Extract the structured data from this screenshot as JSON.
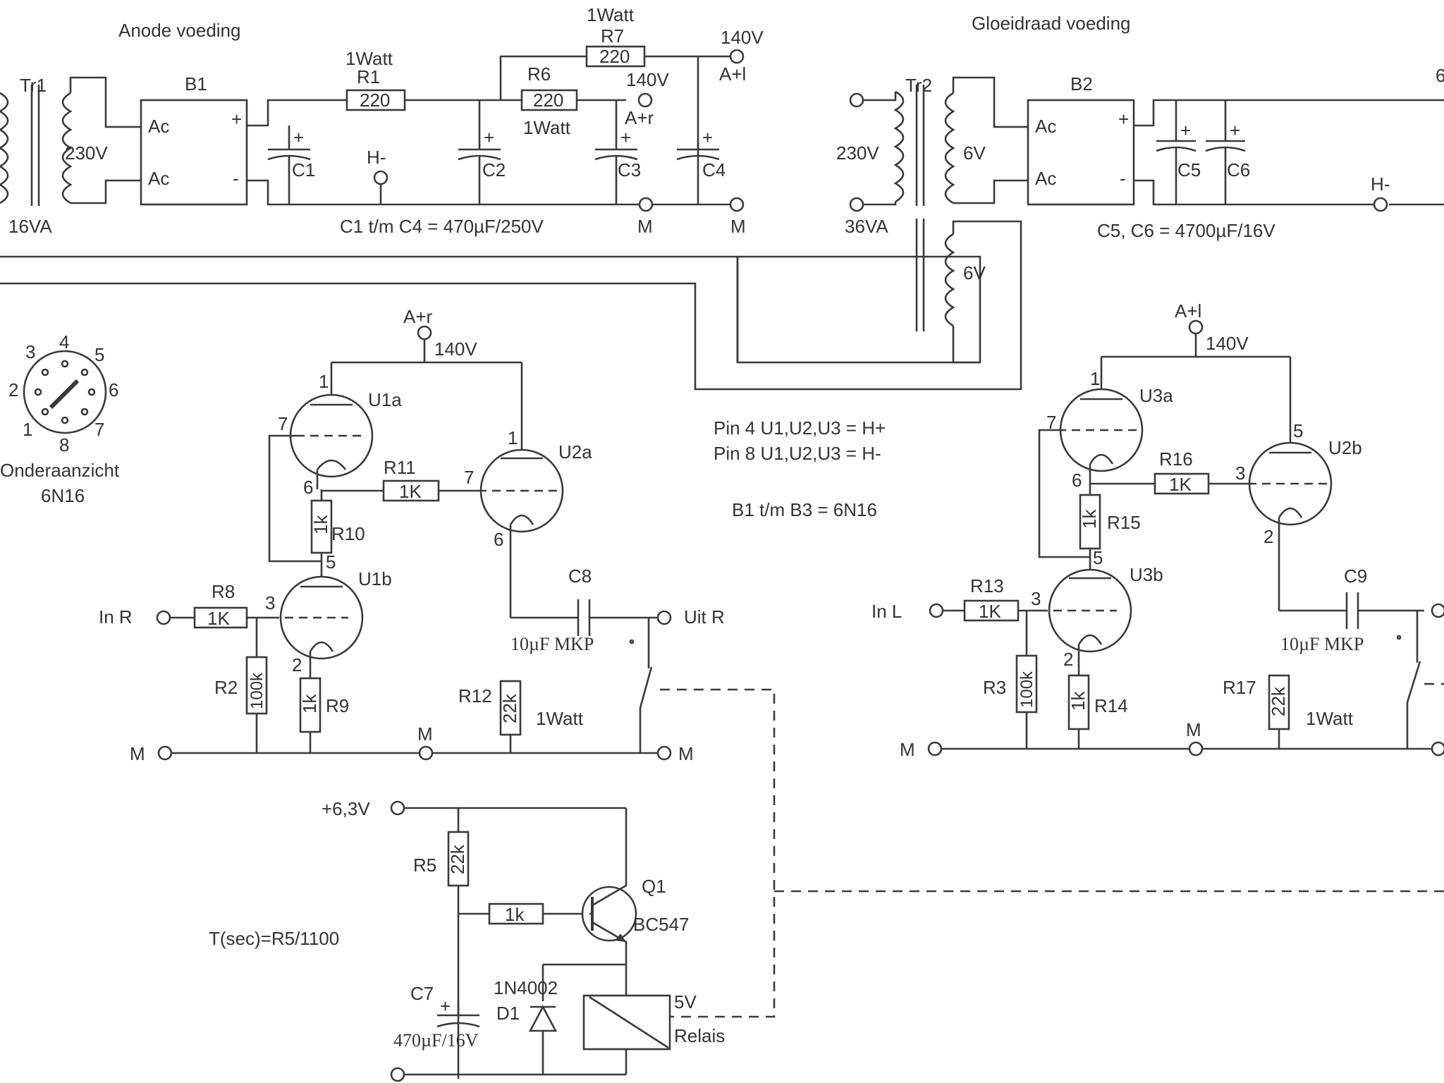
{
  "headers": {
    "anode": "Anode voeding",
    "filament": "Gloeidraad voeding"
  },
  "power_left": {
    "tr1": "Tr1",
    "tr1_volt": "230V",
    "tr1_va": "16VA",
    "b1": "B1",
    "ac1": "Ac",
    "ac2": "Ac",
    "plus": "+",
    "minus": "-",
    "r1_watt": "1Watt",
    "r1": "R1",
    "r1_val": "220",
    "r7_watt": "1Watt",
    "r7": "R7",
    "r7_val": "220",
    "r6": "R6",
    "r6_val": "220",
    "r6_watt": "1Watt",
    "hminus": "H-",
    "c1": "C1",
    "c2": "C2",
    "c3": "C3",
    "c4": "C4",
    "v140_l": "140V",
    "al": "A+l",
    "v140_r": "140V",
    "ar": "A+r",
    "m1": "M",
    "m2": "M",
    "caps_note": "C1 t/m C4 = 470µF/250V"
  },
  "power_right": {
    "tr2": "Tr2",
    "tr2_volt": "230V",
    "sec1": "6V",
    "sec2": "6V",
    "tr2_va": "36VA",
    "b2": "B2",
    "ac1": "Ac",
    "ac2": "Ac",
    "plus": "+",
    "minus": "-",
    "c5": "C5",
    "c6": "C6",
    "hminus": "H-",
    "out_cut": "6",
    "caps_note": "C5, C6 = 4700µF/16V"
  },
  "socket": {
    "pins": [
      "1",
      "2",
      "3",
      "4",
      "5",
      "6",
      "7",
      "8"
    ],
    "label1": "Onderaanzicht",
    "label2": "6N16"
  },
  "notes": {
    "pin4": "Pin 4 U1,U2,U3 = H+",
    "pin8": "Pin 8 U1,U2,U3 = H-",
    "tubes": "B1 t/m B3 = 6N16",
    "timer": "T(sec)=R5/1100"
  },
  "right_channel": {
    "supply": "A+r",
    "supply_v": "140V",
    "u1a": "U1a",
    "u1b": "U1b",
    "u2a": "U2a",
    "p_u1a_1": "1",
    "p_u1a_7": "7",
    "p_u1a_6": "6",
    "p_u1b_5": "5",
    "p_u1b_3": "3",
    "p_u1b_2": "2",
    "p_u2a_1": "1",
    "p_u2a_7": "7",
    "p_u2a_6": "6",
    "r11": "R11",
    "r11_val": "1K",
    "r10": "R10",
    "r10_val": "1k",
    "r8": "R8",
    "r8_val": "1K",
    "r2": "R2",
    "r2_val": "100k",
    "r9": "R9",
    "r9_val": "1k",
    "r12": "R12",
    "r12_val": "22k",
    "r12_watt": "1Watt",
    "c8": "C8",
    "c8_val": "10µF MKP",
    "in": "In R",
    "out": "Uit R",
    "m_left": "M",
    "m_mid": "M",
    "m_right": "M"
  },
  "left_channel": {
    "supply": "A+l",
    "supply_v": "140V",
    "u3a": "U3a",
    "u3b": "U3b",
    "u2b": "U2b",
    "p_u3a_1": "1",
    "p_u3a_7": "7",
    "p_u3a_6": "6",
    "p_u3b_5": "5",
    "p_u3b_3": "3",
    "p_u3b_2": "2",
    "p_u2b_5": "5",
    "p_u2b_3": "3",
    "p_u2b_2": "2",
    "r16": "R16",
    "r16_val": "1K",
    "r15": "R15",
    "r15_val": "1k",
    "r13": "R13",
    "r13_val": "1K",
    "r3": "R3",
    "r3_val": "100k",
    "r14": "R14",
    "r14_val": "1k",
    "r17": "R17",
    "r17_val": "22k",
    "r17_watt": "1Watt",
    "c9": "C9",
    "c9_val": "10µF MKP",
    "in": "In L",
    "m_left": "M",
    "m_mid": "M"
  },
  "timer": {
    "vplus": "+6,3V",
    "r5": "R5",
    "r5_val": "22k",
    "rb_val": "1k",
    "q1": "Q1",
    "q1_type": "BC547",
    "c7": "C7",
    "c7_val": "470µF/16V",
    "plus": "+",
    "d1_type": "1N4002",
    "d1": "D1",
    "relay_v": "5V",
    "relay": "Relais"
  }
}
